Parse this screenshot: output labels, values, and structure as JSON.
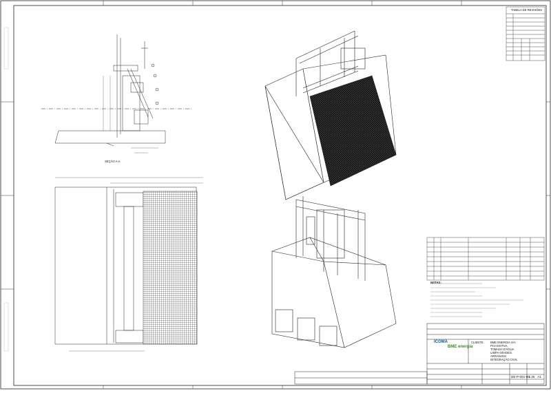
{
  "title_block": {
    "client_label": "CLIENTE",
    "client": "BME ENERGIA S/A",
    "line1": "PCH ESTIVA",
    "line2": "TOMADA D'ÁGUA",
    "line3": "LIMPA GRADES",
    "line4": "ARRANJOS",
    "line5": "INTEGRAÇÃO CIVIL",
    "drawing_no": "DE-P-001-00",
    "scale": "1:25",
    "sheet": "A1",
    "logo_left": "ICOMA",
    "logo_right": "BME energia"
  },
  "section_label": "SEÇÃO A-A",
  "notes_header": "NOTAS:",
  "revisions_header": "TABELA DE REVISÕES"
}
